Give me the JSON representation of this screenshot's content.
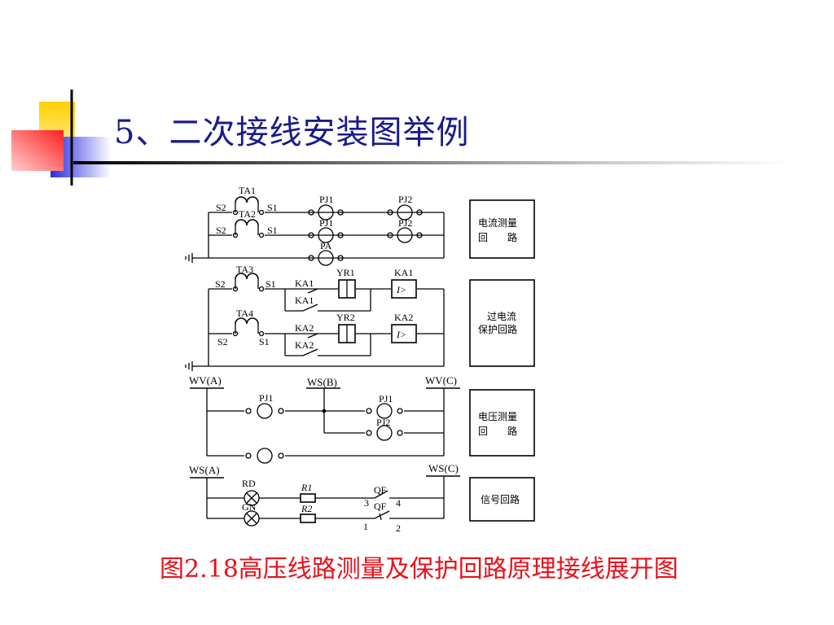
{
  "slide": {
    "title": "5、二次接线安装图举例",
    "caption": "图2.18高压线路测量及保护回路原理接线展开图"
  },
  "diagram": {
    "ta1": "TA1",
    "ta2": "TA2",
    "ta3": "TA3",
    "ta4": "TA4",
    "s1": "S1",
    "s2": "S2",
    "pj1": "PJ1",
    "pj2": "PJ2",
    "pa": "PA",
    "ka1": "KA1",
    "ka2": "KA2",
    "yr1": "YR1",
    "yr2": "YR2",
    "relay_symbol": "I>",
    "wv_a": "WV(A)",
    "ws_b": "WS(B)",
    "wv_c": "WV(C)",
    "ws_a": "WS(A)",
    "ws_c": "WS(C)",
    "rd": "RD",
    "gn": "GN",
    "r1": "R1",
    "r2": "R2",
    "qf": "QF",
    "n1": "1",
    "n2": "2",
    "n3": "3",
    "n4": "4",
    "box_current_1": "电流测量",
    "box_current_2": "回　　路",
    "box_protect_1": "过电流",
    "box_protect_2": "保护回路",
    "box_voltage_1": "电压测量",
    "box_voltage_2": "回　　路",
    "box_signal": "信号回路"
  }
}
